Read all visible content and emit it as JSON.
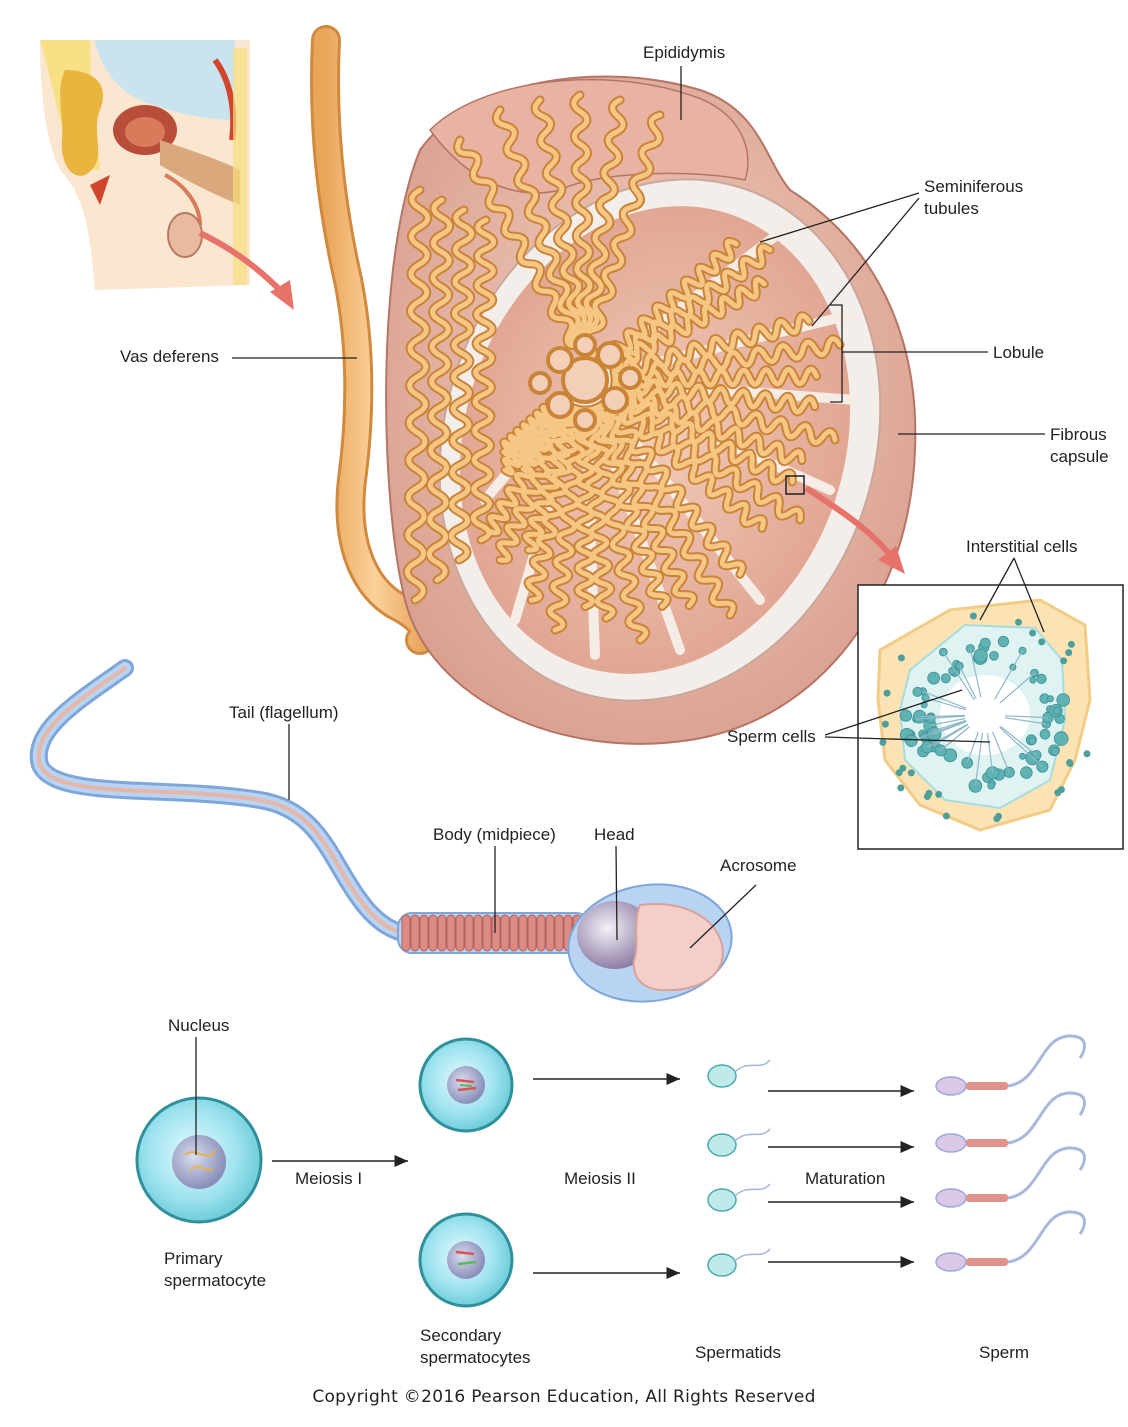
{
  "labels": {
    "epididymis": "Epididymis",
    "seminiferous_tubules_1": "Seminiferous",
    "seminiferous_tubules_2": "tubules",
    "lobule": "Lobule",
    "vas_deferens": "Vas deferens",
    "fibrous_capsule_1": "Fibrous",
    "fibrous_capsule_2": "capsule",
    "interstitial_cells": "Interstitial cells",
    "sperm_cells": "Sperm cells",
    "tail": "Tail (flagellum)",
    "body": "Body (midpiece)",
    "head": "Head",
    "acrosome": "Acrosome",
    "nucleus": "Nucleus",
    "meiosis_1": "Meiosis I",
    "meiosis_2": "Meiosis II",
    "maturation": "Maturation",
    "primary_1": "Primary",
    "primary_2": "spermatocyte",
    "secondary_1": "Secondary",
    "secondary_2": "spermatocytes",
    "spermatids": "Spermatids",
    "sperm": "Sperm"
  },
  "copyright": "Copyright ©2016 Pearson Education, All Rights Reserved",
  "colors": {
    "tissue_pink": "#e3ab9c",
    "tubule_orange": "#f0b76a",
    "cell_teal": "#6fc4c4",
    "sperm_blue": "#a9c9ec",
    "midpiece_red": "#d9837c",
    "arrow_red": "#e6726a"
  }
}
